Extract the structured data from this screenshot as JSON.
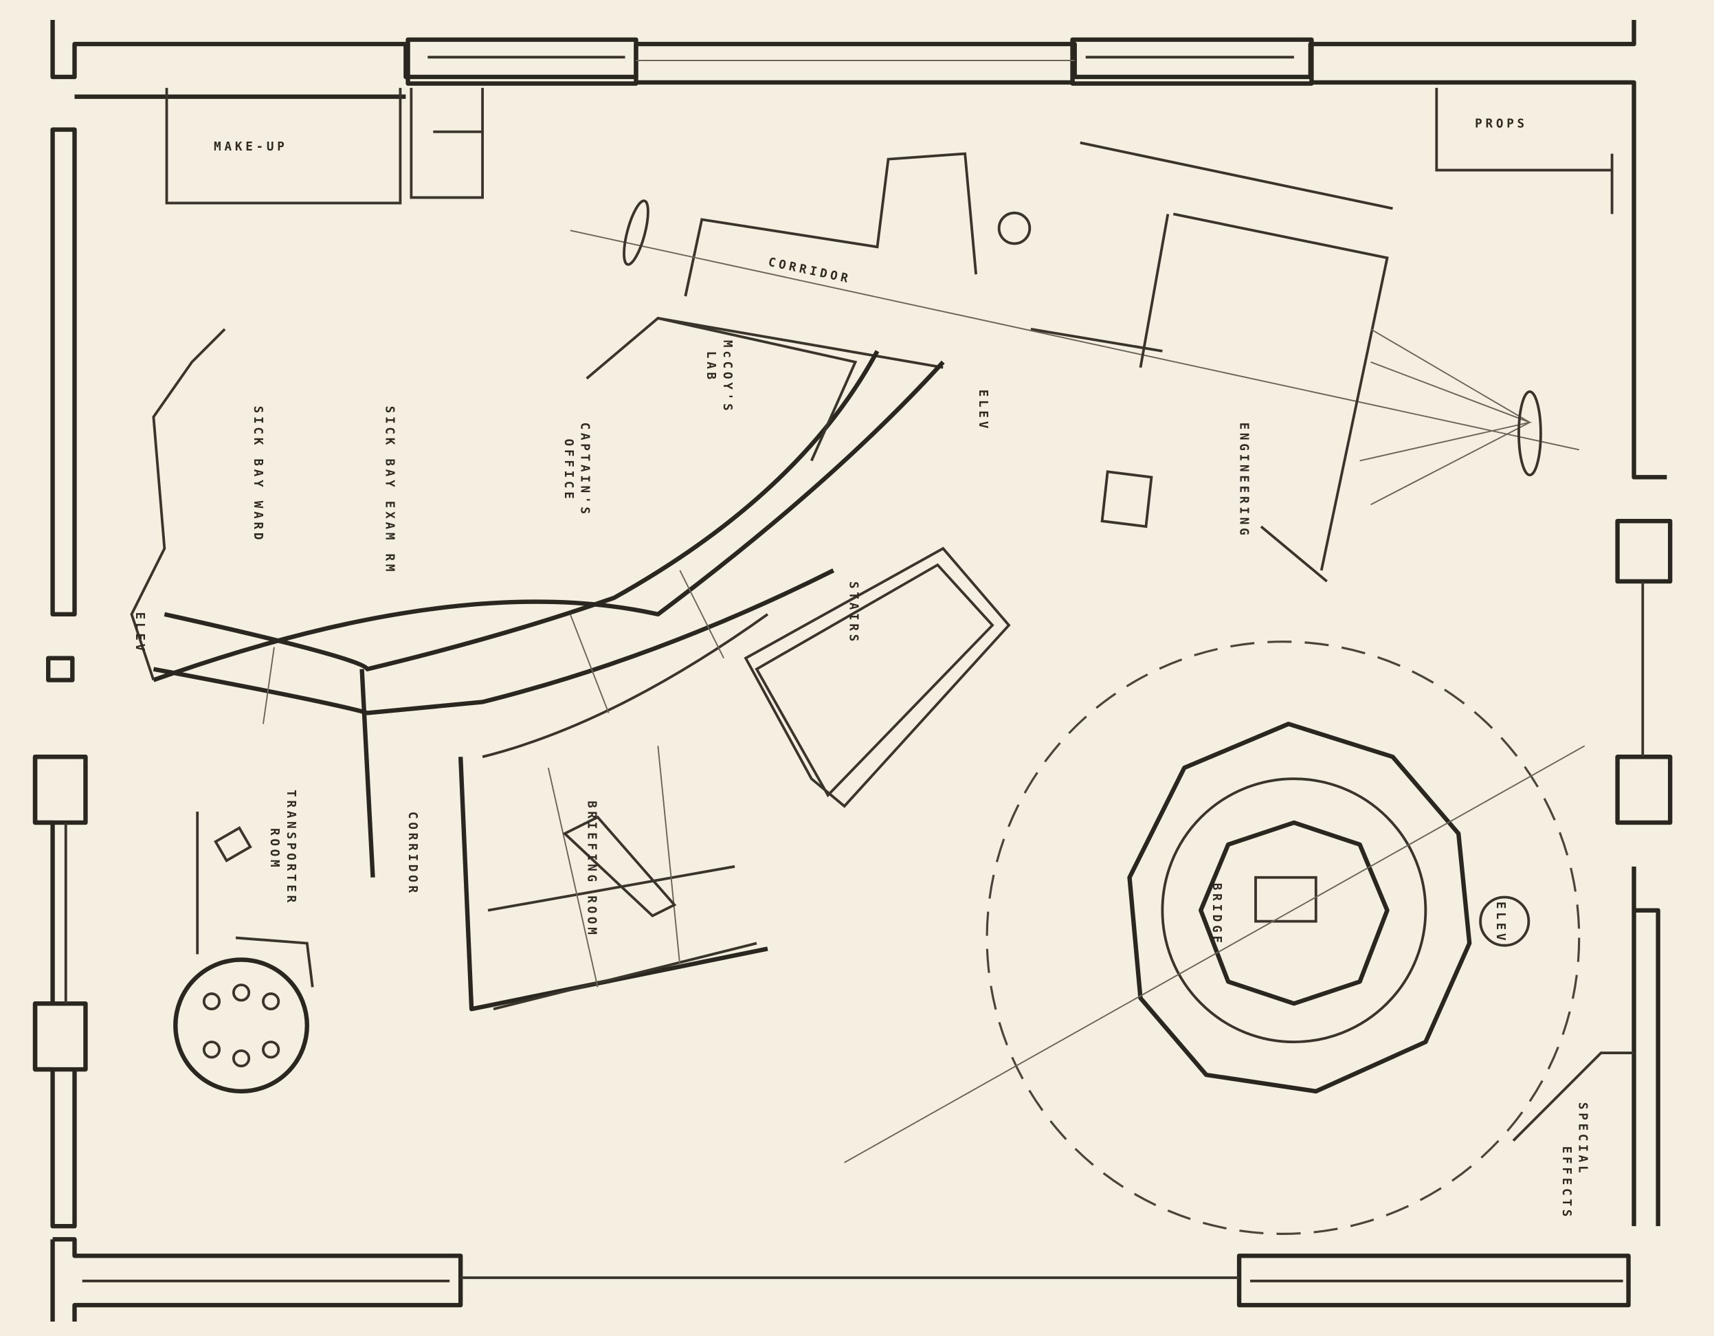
{
  "title": "Stage set floor plan",
  "labels": {
    "makeup": "MAKE-UP",
    "props": "PROPS",
    "corridor_upper": "CORRIDOR",
    "sickbay_ward": "SICK BAY WARD",
    "sickbay_exam": "SICK BAY EXAM RM",
    "elev_left": "ELEV",
    "captains_office_1": "CAPTAIN'S",
    "captains_office_2": "OFFICE",
    "lab_1": "McCOY'S",
    "lab_2": "LAB",
    "elev_mid": "ELEV",
    "engineering": "ENGINEERING",
    "stairs": "STAIRS",
    "briefing_room": "BRIEFING ROOM",
    "transporter_1": "TRANSPORTER",
    "transporter_2": "ROOM",
    "corridor_lower": "CORRIDOR",
    "bridge": "BRIDGE",
    "elev_bridge": "ELEV",
    "special_1": "SPECIAL",
    "special_2": "EFFECTS"
  },
  "colors": {
    "paper": "#f4efe0",
    "ink": "#2a2620"
  }
}
